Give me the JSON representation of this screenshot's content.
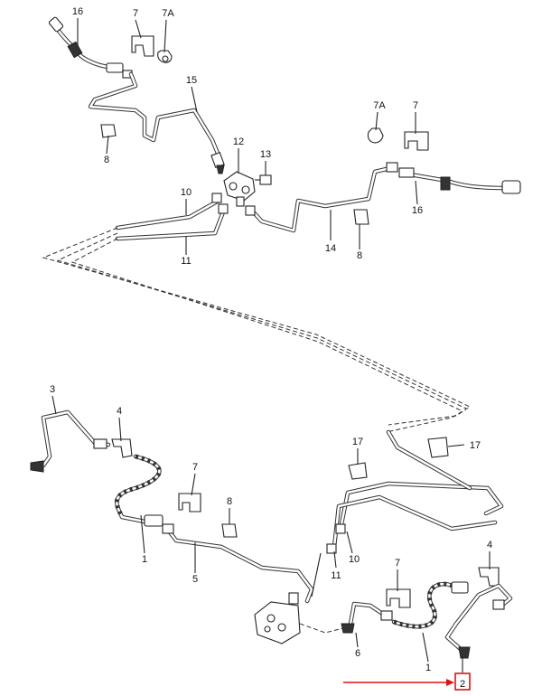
{
  "diagram": {
    "callouts": [
      {
        "id": "c16a",
        "label": "16"
      },
      {
        "id": "c7a",
        "label": "7"
      },
      {
        "id": "c7Aa",
        "label": "7A"
      },
      {
        "id": "c15",
        "label": "15"
      },
      {
        "id": "c8a",
        "label": "8"
      },
      {
        "id": "c12",
        "label": "12"
      },
      {
        "id": "c13",
        "label": "13"
      },
      {
        "id": "c7Ab",
        "label": "7A"
      },
      {
        "id": "c7b",
        "label": "7"
      },
      {
        "id": "c10a",
        "label": "10"
      },
      {
        "id": "c16b",
        "label": "16"
      },
      {
        "id": "c14",
        "label": "14"
      },
      {
        "id": "c8b",
        "label": "8"
      },
      {
        "id": "c11a",
        "label": "11"
      },
      {
        "id": "c3",
        "label": "3"
      },
      {
        "id": "c4a",
        "label": "4"
      },
      {
        "id": "c17a",
        "label": "17"
      },
      {
        "id": "c17b",
        "label": "17"
      },
      {
        "id": "c7c",
        "label": "7"
      },
      {
        "id": "c8c",
        "label": "8"
      },
      {
        "id": "c1a",
        "label": "1"
      },
      {
        "id": "c5",
        "label": "5"
      },
      {
        "id": "c10b",
        "label": "10"
      },
      {
        "id": "c11b",
        "label": "11"
      },
      {
        "id": "c7d",
        "label": "7"
      },
      {
        "id": "c4b",
        "label": "4"
      },
      {
        "id": "c6",
        "label": "6"
      },
      {
        "id": "c1b",
        "label": "1"
      },
      {
        "id": "c2",
        "label": "2"
      }
    ],
    "highlight_color": "#e01010"
  }
}
